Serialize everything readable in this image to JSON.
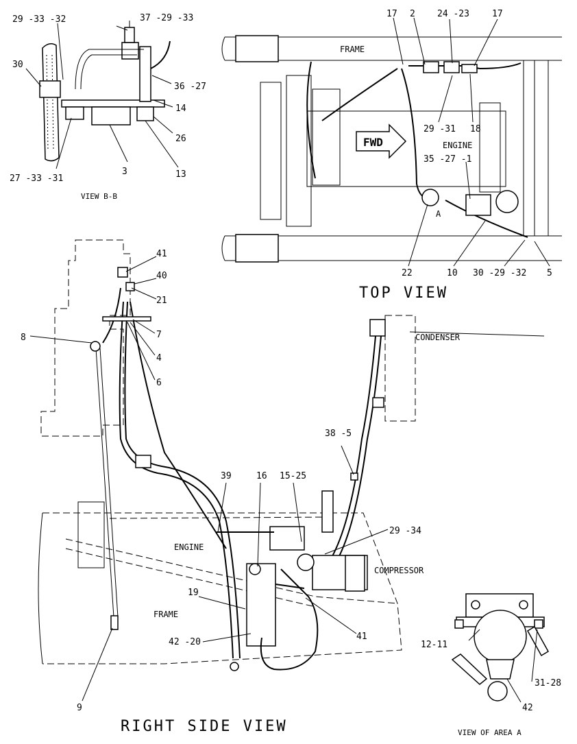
{
  "views": {
    "bb": {
      "caption": "VIEW B-B"
    },
    "top": {
      "caption": "TOP VIEW",
      "frame_label": "FRAME",
      "engine_label": "ENGINE",
      "fwd_label": "FWD",
      "area_marker": "A"
    },
    "right": {
      "caption": "RIGHT SIDE VIEW",
      "engine_label": "ENGINE",
      "frame_label": "FRAME",
      "condenser_label": "CONDENSER",
      "compressor_label": "COMPRESSOR"
    },
    "area_a": {
      "caption": "VIEW OF AREA A"
    }
  },
  "callouts": {
    "bb_29_33_32": "29 -33 -32",
    "bb_37_29_33": "37 -29 -33",
    "bb_30": "30",
    "bb_36_27": "36 -27",
    "bb_14": "14",
    "bb_26": "26",
    "bb_27_33_31": "27 -33 -31",
    "bb_3": "3",
    "bb_13": "13",
    "top_17a": "17",
    "top_2": "2",
    "top_24_23": "24 -23",
    "top_17b": "17",
    "top_29_31": "29 -31",
    "top_18": "18",
    "top_35_27_1": "35 -27 -1",
    "top_22": "22",
    "top_10": "10",
    "top_30_29_32": "30 -29 -32",
    "top_5": "5",
    "rs_41a": "41",
    "rs_40": "40",
    "rs_21": "21",
    "rs_8": "8",
    "rs_7": "7",
    "rs_4": "4",
    "rs_6": "6",
    "rs_38_5": "38 -5",
    "rs_39": "39",
    "rs_16": "16",
    "rs_15_25": "15-25",
    "rs_29_34": "29 -34",
    "rs_19": "19",
    "rs_42_20": "42 -20",
    "rs_41b": "41",
    "rs_9": "9",
    "aa_12_11": "12-11",
    "aa_31_28": "31-28",
    "aa_42": "42"
  }
}
